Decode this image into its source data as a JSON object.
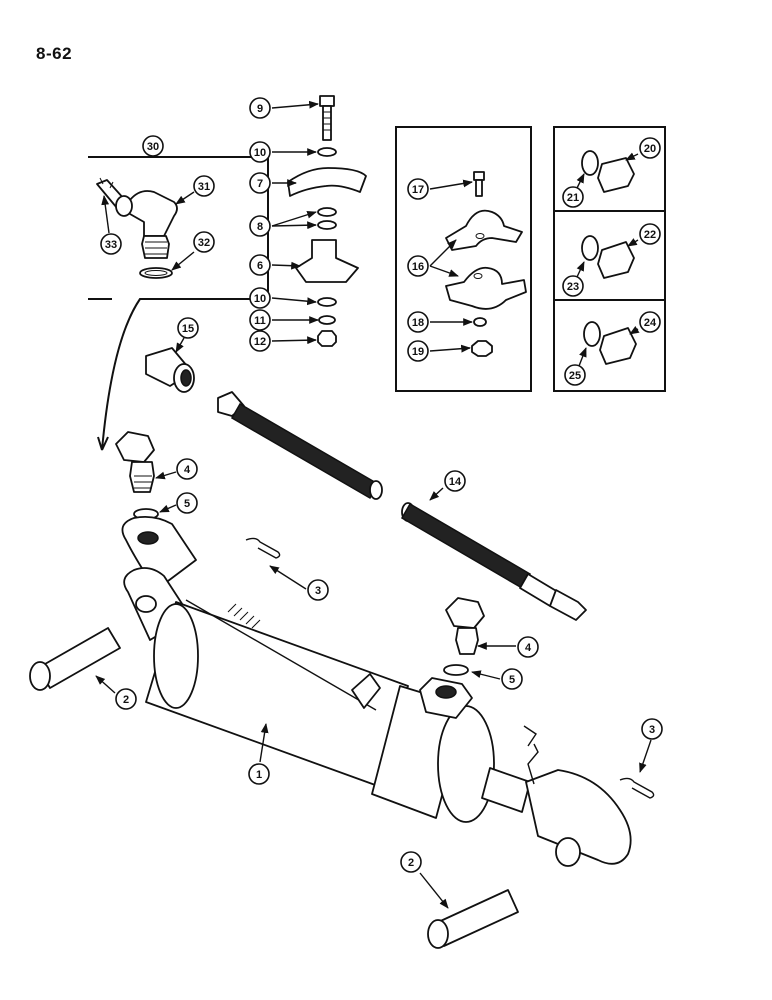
{
  "page_number": "8-62",
  "callouts": [
    "1",
    "2",
    "2",
    "3",
    "3",
    "4",
    "4",
    "5",
    "5",
    "6",
    "7",
    "8",
    "9",
    "10",
    "10",
    "11",
    "12",
    "14",
    "15",
    "16",
    "17",
    "18",
    "19",
    "20",
    "21",
    "22",
    "23",
    "24",
    "25",
    "30",
    "31",
    "32",
    "33"
  ]
}
